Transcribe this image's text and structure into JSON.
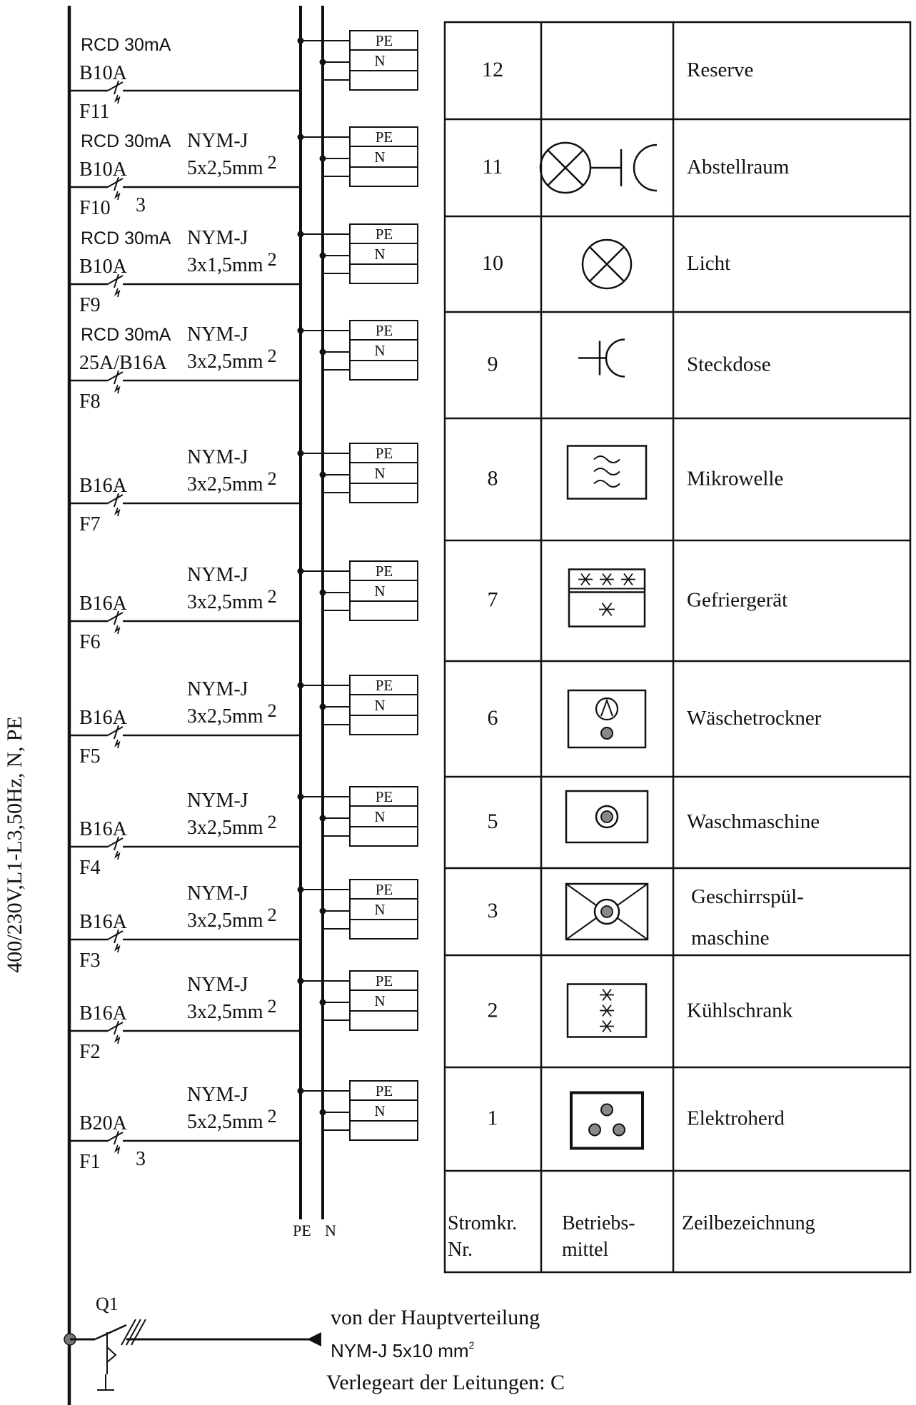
{
  "supply_label": "400/230V,L1-L3,50Hz, N, PE",
  "bus_labels": {
    "pe": "PE",
    "n": "N"
  },
  "terminal": {
    "pe": "PE",
    "n": "N"
  },
  "circuits": [
    {
      "rcd": "RCD 30mA",
      "breaker": "B10A",
      "fuse": "F11",
      "cable": "",
      "section": "",
      "sup": "",
      "poles": "",
      "nr": "12",
      "name": "Reserve",
      "symbol": "none"
    },
    {
      "rcd": "RCD 30mA",
      "breaker": "B10A",
      "fuse": "F10",
      "cable": "NYM-J",
      "section": "5x2,5mm",
      "sup": "2",
      "poles": "3",
      "nr": "11",
      "name": "Abstellraum",
      "symbol": "lamp-socket"
    },
    {
      "rcd": "RCD 30mA",
      "breaker": "B10A",
      "fuse": "F9",
      "cable": "NYM-J",
      "section": "3x1,5mm",
      "sup": "2",
      "poles": "",
      "nr": "10",
      "name": "Licht",
      "symbol": "lamp"
    },
    {
      "rcd": "RCD 30mA",
      "breaker": "25A/B16A",
      "fuse": "F8",
      "cable": "NYM-J",
      "section": "3x2,5mm",
      "sup": "2",
      "poles": "",
      "nr": "9",
      "name": "Steckdose",
      "symbol": "socket"
    },
    {
      "rcd": "",
      "breaker": "B16A",
      "fuse": "F7",
      "cable": "NYM-J",
      "section": "3x2,5mm",
      "sup": "2",
      "poles": "",
      "nr": "8",
      "name": "Mikrowelle",
      "symbol": "microwave"
    },
    {
      "rcd": "",
      "breaker": "B16A",
      "fuse": "F6",
      "cable": "NYM-J",
      "section": "3x2,5mm",
      "sup": "2",
      "poles": "",
      "nr": "7",
      "name": "Gefriergerät",
      "symbol": "freezer"
    },
    {
      "rcd": "",
      "breaker": "B16A",
      "fuse": "F5",
      "cable": "NYM-J",
      "section": "3x2,5mm",
      "sup": "2",
      "poles": "",
      "nr": "6",
      "name": "Wäschetrockner",
      "symbol": "dryer"
    },
    {
      "rcd": "",
      "breaker": "B16A",
      "fuse": "F4",
      "cable": "NYM-J",
      "section": "3x2,5mm",
      "sup": "2",
      "poles": "",
      "nr": "5",
      "name": "Waschmaschine",
      "symbol": "washer"
    },
    {
      "rcd": "",
      "breaker": "B16A",
      "fuse": "F3",
      "cable": "NYM-J",
      "section": "3x2,5mm",
      "sup": "2",
      "poles": "",
      "nr": "3",
      "name": "Geschirrspül-",
      "name2": "maschine",
      "symbol": "dishwasher"
    },
    {
      "rcd": "",
      "breaker": "B16A",
      "fuse": "F2",
      "cable": "NYM-J",
      "section": "3x2,5mm",
      "sup": "2",
      "poles": "",
      "nr": "2",
      "name": "Kühlschrank",
      "symbol": "fridge"
    },
    {
      "rcd": "",
      "breaker": "B20A",
      "fuse": "F1",
      "cable": "NYM-J",
      "section": "5x2,5mm",
      "sup": "2",
      "poles": "3",
      "nr": "1",
      "name": "Elektroherd",
      "symbol": "stove"
    }
  ],
  "table_header": {
    "col1": [
      "Stromkr.",
      "Nr."
    ],
    "col2": [
      "Betriebs-",
      "mittel"
    ],
    "col3": "Zeilbezeichnung"
  },
  "main_switch": "Q1",
  "feed": {
    "line1": "von der Hauptverteilung",
    "line2": "NYM-J 5x10 mm",
    "line2_sup": "2",
    "line3": "Verlegeart der Leitungen: C"
  }
}
